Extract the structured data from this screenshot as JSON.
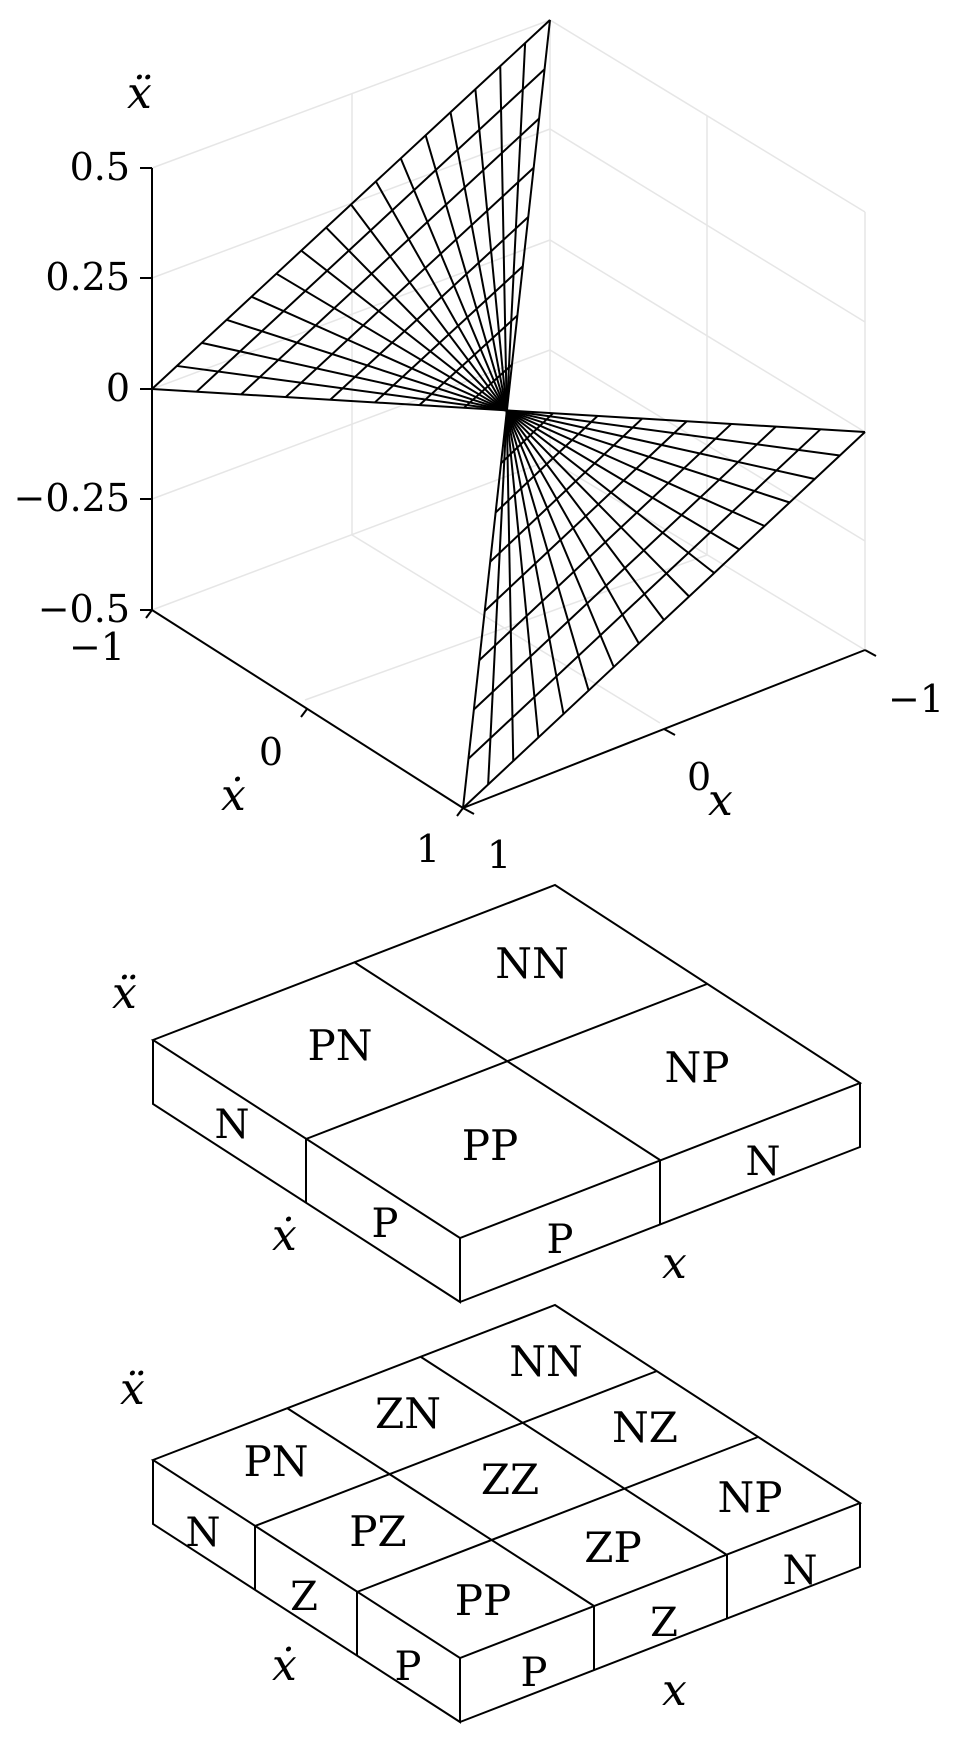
{
  "surface_plot": {
    "z_axis_title": "ẍ",
    "xdot_axis_title": "ẋ",
    "x_axis_title": "x",
    "z_ticks": [
      "0.5",
      "0.25",
      "0",
      "−0.25",
      "−0.5"
    ],
    "xdot_ticks": [
      "−1",
      "0",
      "1"
    ],
    "x_ticks": [
      "−1",
      "0",
      "1"
    ],
    "mesh_divisions": 16,
    "z_range": [
      -0.5,
      0.5
    ],
    "x_range": [
      -1,
      1
    ],
    "xdot_range": [
      -1,
      1
    ]
  },
  "rule_box_2x2": {
    "z_axis_title": "ẍ",
    "xdot_axis_title": "ẋ",
    "x_axis_title": "x",
    "top_cells": [
      "NN",
      "PN",
      "NP",
      "PP"
    ],
    "left_side_labels": [
      "N",
      "P"
    ],
    "right_side_labels": [
      "P",
      "N"
    ]
  },
  "rule_box_3x3": {
    "z_axis_title": "ẍ",
    "xdot_axis_title": "ẋ",
    "x_axis_title": "x",
    "top_cells": [
      "NN",
      "ZN",
      "NZ",
      "PN",
      "ZZ",
      "NP",
      "PZ",
      "ZP",
      "PP"
    ],
    "left_side_labels": [
      "N",
      "Z",
      "P"
    ],
    "right_side_labels": [
      "P",
      "Z",
      "N"
    ]
  }
}
